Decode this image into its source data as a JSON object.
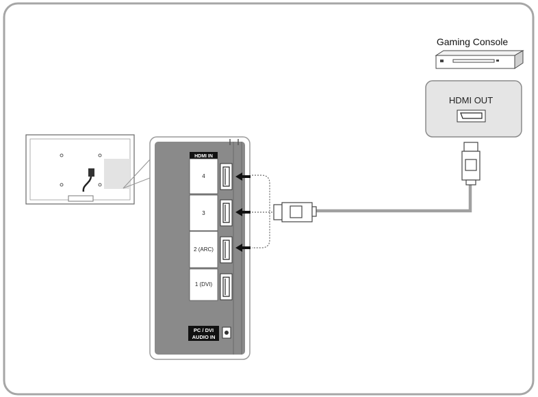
{
  "device": {
    "name": "Gaming Console",
    "output_port_label": "HDMI OUT"
  },
  "tv_panel": {
    "header": "HDMI IN",
    "ports": [
      {
        "label": "4",
        "connected": true
      },
      {
        "label": "3",
        "connected": true
      },
      {
        "label": "2 (ARC)",
        "connected": true
      },
      {
        "label": "1 (DVI)",
        "connected": false
      }
    ],
    "audio_label_line1": "PC / DVI",
    "audio_label_line2": "AUDIO IN"
  },
  "icons": [
    "gaming-console-icon",
    "hdmi-port-icon",
    "hdmi-plug-icon",
    "arrow-left-icon",
    "tv-rear-icon",
    "power-cord-icon"
  ],
  "colors": {
    "panel_gray": "#8a8a8a",
    "frame_gray": "#a6a6a6",
    "cable_gray": "#a0a0a0",
    "label_black": "#111111"
  }
}
